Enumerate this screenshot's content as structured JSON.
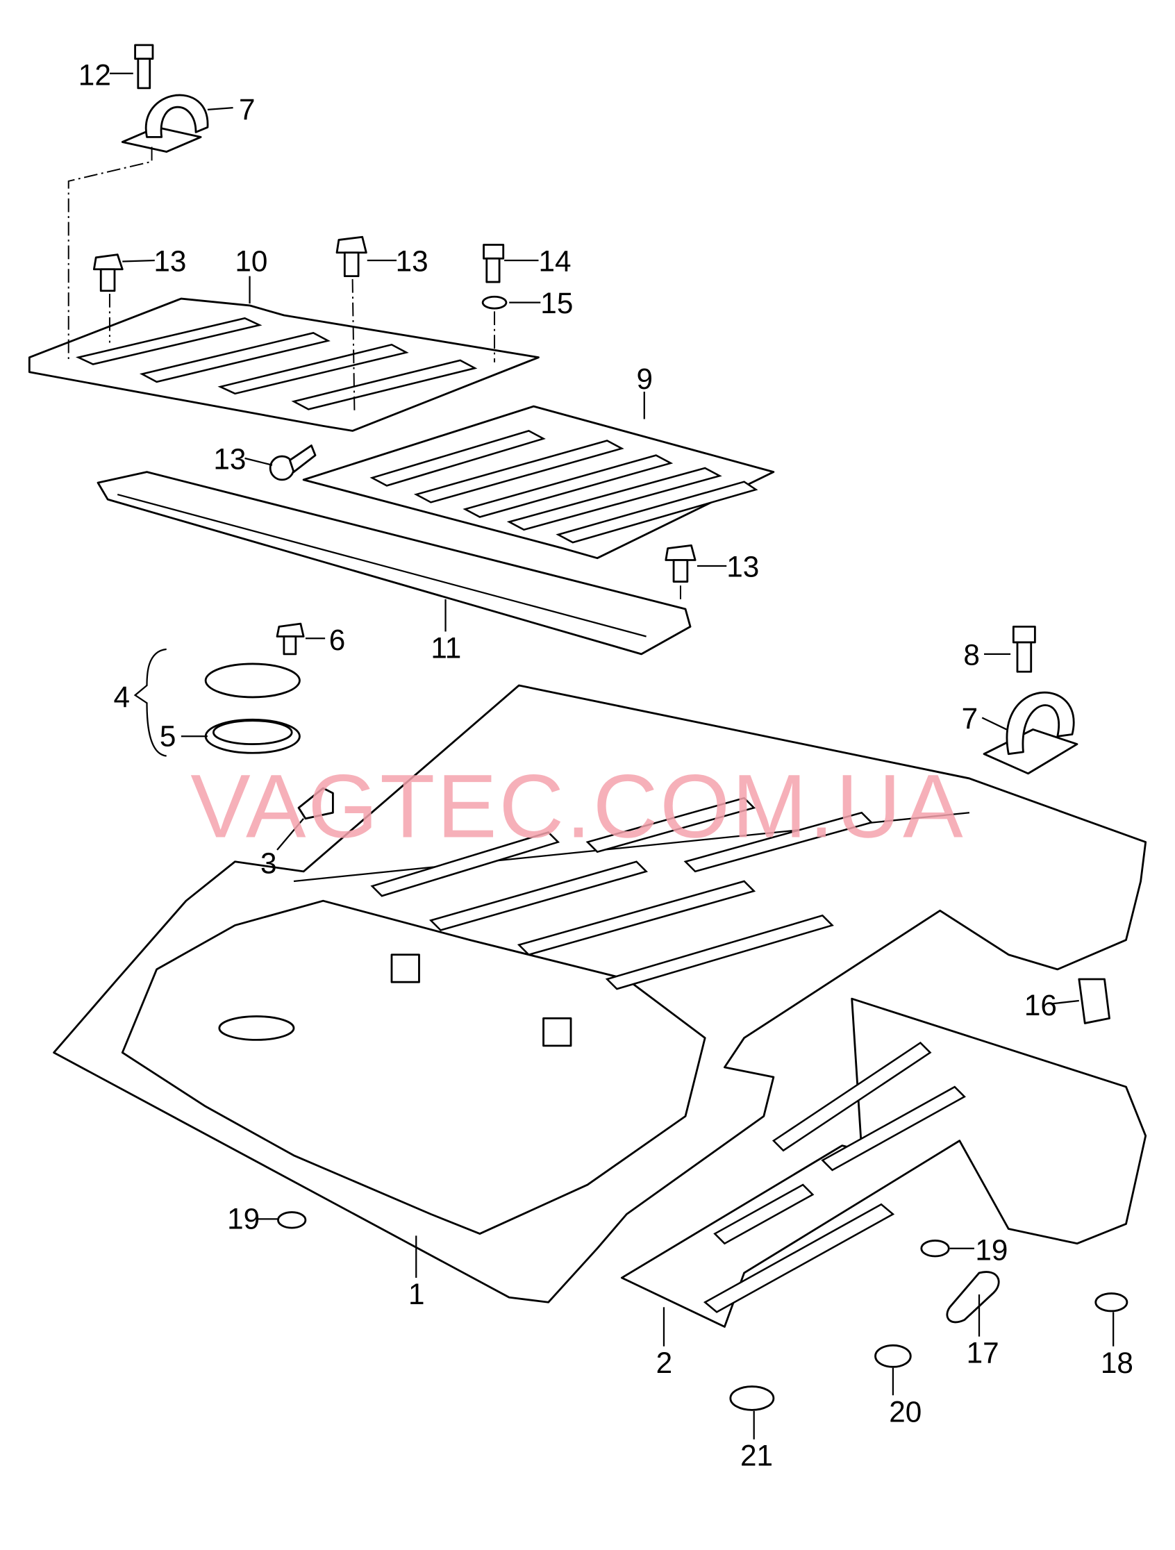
{
  "watermark": "VAGTEC.COM.UA",
  "watermark_color": "#f5a3ad",
  "callouts": {
    "c12": "12",
    "c7a": "7",
    "c13a": "13",
    "c10": "10",
    "c13b": "13",
    "c14": "14",
    "c15": "15",
    "c9": "9",
    "c13c": "13",
    "c13d": "13",
    "c11": "11",
    "c6": "6",
    "c4": "4",
    "c5": "5",
    "c3": "3",
    "c8": "8",
    "c7b": "7",
    "c16": "16",
    "c19a": "19",
    "c1": "1",
    "c19b": "19",
    "c17": "17",
    "c18": "18",
    "c2": "2",
    "c20": "20",
    "c21": "21"
  }
}
